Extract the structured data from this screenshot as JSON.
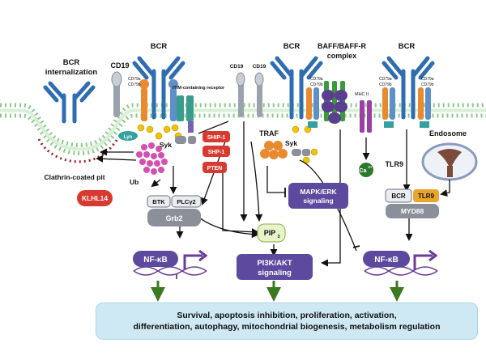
{
  "labels": {
    "bcr_internalization_1": "BCR",
    "bcr_internalization_2": "internalization",
    "cd19_left": "CD19",
    "bcr_left": "BCR",
    "cd79a": "CD79a",
    "cd79b": "CD79b",
    "itim": "ITIM-containing receptor",
    "cd19_mid1": "CD19",
    "cd19_mid2": "CD19",
    "bcr_mid": "BCR",
    "baff_1": "BAFF/BAFF-R",
    "baff_2": "complex",
    "bcr_right": "BCR",
    "mhc": "MHC II",
    "lyn": "Lyn",
    "p": "P",
    "syk_left": "Syk",
    "syk_mid": "Syk",
    "traf": "TRAF",
    "ship1_a": "SHIP-1",
    "ship1_b": "SHP-1",
    "pten": "PTEN",
    "clathrin": "Clathrin-coated pit",
    "ub": "Ub",
    "klhl14": "KLHL14",
    "btk": "BTK",
    "plcg2": "PLCγ2",
    "grb2": "Grb2",
    "pip3": "PIP",
    "pip3_sub": "3",
    "mapk_1": "MAPK/ERK",
    "mapk_2": "signaling",
    "pi3k_1": "PI3K/AKT",
    "pi3k_2": "signaling",
    "nfkb": "NF-κB",
    "ca": "Ca",
    "ca_sup": "2+",
    "endosome": "Endosome",
    "tlr9_a": "TLR9",
    "bcr_box": "BCR",
    "tlr9_box": "TLR9",
    "myd88": "MYD88"
  },
  "outcome": {
    "line1": "Survival, apoptosis inhibition, proliferation, activation,",
    "line2": "differentiation, autophagy, mitochondrial biogenesis, metabolism regulation"
  },
  "colors": {
    "membrane": "#8cc98a",
    "heavy_chain": "#2e6db0",
    "cd79a": "#e98a2f",
    "cd79b": "#5e8fc7",
    "red_box": "#d93a30",
    "purple_box": "#5b4a9e",
    "grey_box": "#8a8f99",
    "outcome_bg": "#cfe9f4",
    "arrow_green": "#3c7a1f",
    "phospho": "#f2c200",
    "clathrin": "#d64fb0"
  }
}
